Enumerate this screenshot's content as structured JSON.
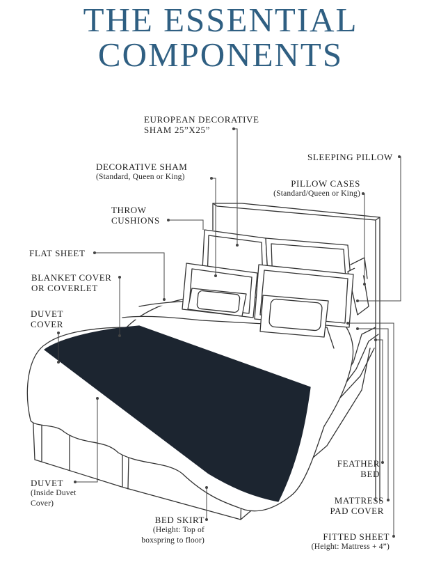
{
  "title": {
    "line1": "THE ESSENTIAL",
    "line2": "COMPONENTS"
  },
  "colors": {
    "title": "#2f5f82",
    "text": "#1e1e1e",
    "lines": "#333333",
    "runner": "#1c2530"
  },
  "labels": {
    "european_sham": {
      "line1": "EUROPEAN DECORATIVE",
      "line2": "SHAM 25”X25”"
    },
    "sleeping_pillow": {
      "line1": "SLEEPING PILLOW"
    },
    "decorative_sham": {
      "line1": "DECORATIVE SHAM",
      "line2": "(Standard, Queen or King)"
    },
    "pillow_cases": {
      "line1": "PILLOW CASES",
      "line2": "(Standard/Queen or King)"
    },
    "throw_cushions": {
      "line1": "THROW",
      "line2": "CUSHIONS"
    },
    "flat_sheet": {
      "line1": "FLAT SHEET"
    },
    "blanket_cover": {
      "line1": "BLANKET COVER",
      "line2": "OR COVERLET"
    },
    "duvet_cover": {
      "line1": "DUVET",
      "line2": "COVER"
    },
    "duvet": {
      "line1": "DUVET",
      "line2": "(Inside Duvet",
      "line3": "Cover)"
    },
    "bed_skirt": {
      "line1": "BED SKIRT",
      "line2": "(Height: Top of",
      "line3": "boxspring to floor)"
    },
    "feather_bed": {
      "line1": "FEATHER",
      "line2": "BED"
    },
    "mattress_pad": {
      "line1": "MATTRESS",
      "line2": "PAD COVER"
    },
    "fitted_sheet": {
      "line1": "FITTED SHEET",
      "line2": "(Height: Mattress + 4”)"
    }
  }
}
